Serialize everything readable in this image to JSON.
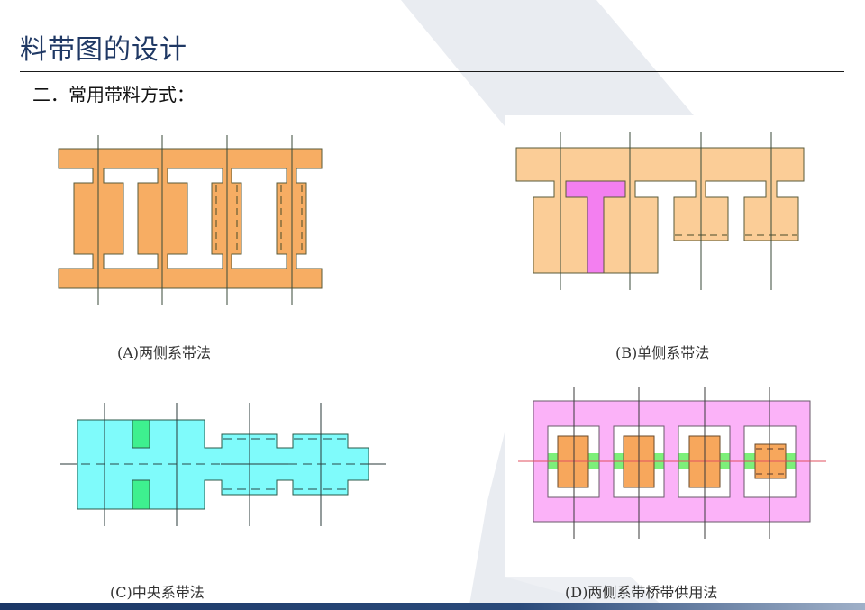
{
  "slide": {
    "title": "料带图的设计",
    "subtitle": "二．常用带料方式："
  },
  "diagrams": [
    {
      "id": "A",
      "caption": "(A)两侧系带法"
    },
    {
      "id": "B",
      "caption": "(B)单侧系带法"
    },
    {
      "id": "C",
      "caption": "(C)中央系带法"
    },
    {
      "id": "D",
      "caption": "(D)两侧系带桥带供用法"
    }
  ],
  "colors": {
    "title": "#1f3864",
    "strip_orange": "#f7ad63",
    "strip_light_orange": "#fbcd97",
    "part_pink": "#f37ff0",
    "strip_cyan": "#7ffbfb",
    "hole_green": "#3ef08f",
    "carrier_pink": "#fbb2f8",
    "bridge_green": "#7df07a",
    "center_line_red": "#e05060",
    "outline": "#4a5a3a"
  }
}
